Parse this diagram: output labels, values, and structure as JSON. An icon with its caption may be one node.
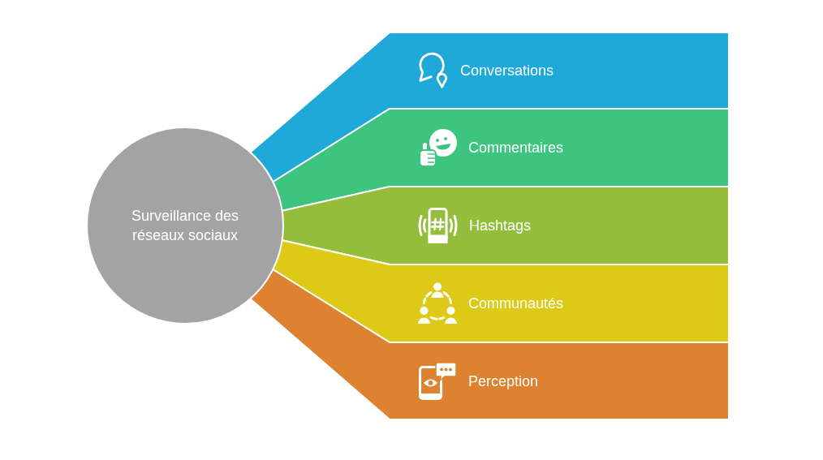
{
  "diagram": {
    "nodes": [
      {
        "text": [
          "Surveillance des réseaux sociaux"
        ]
      },
      {
        "text": [
          "Conversations"
        ]
      },
      {
        "text": [
          "Commentaires"
        ]
      },
      {
        "text": [
          "Hashtags"
        ]
      },
      {
        "text": [
          "Communautés"
        ]
      },
      {
        "text": [
          "Perception"
        ]
      }
    ]
  }
}
